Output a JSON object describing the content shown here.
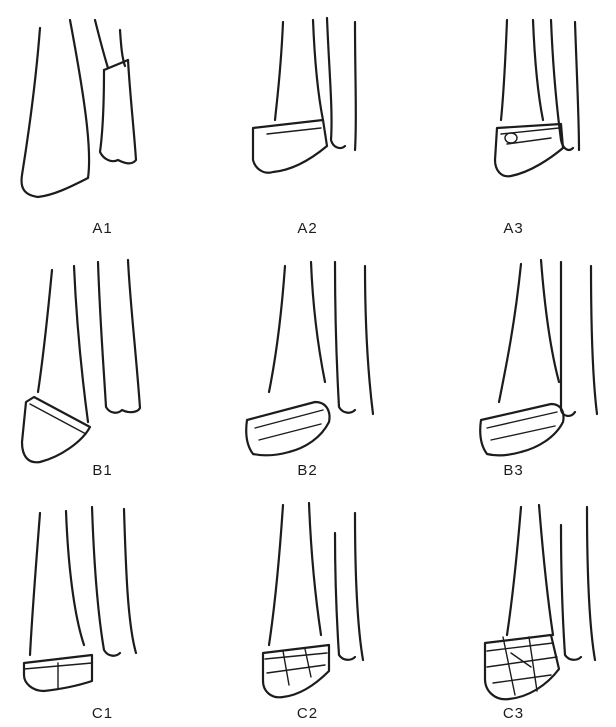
{
  "diagram": {
    "figures": [
      {
        "label": "A1"
      },
      {
        "label": "A2"
      },
      {
        "label": "A3"
      },
      {
        "label": "B1"
      },
      {
        "label": "B2"
      },
      {
        "label": "B3"
      },
      {
        "label": "C1"
      },
      {
        "label": "C2"
      },
      {
        "label": "C3"
      }
    ],
    "stroke_color": "#1c1c1c"
  }
}
